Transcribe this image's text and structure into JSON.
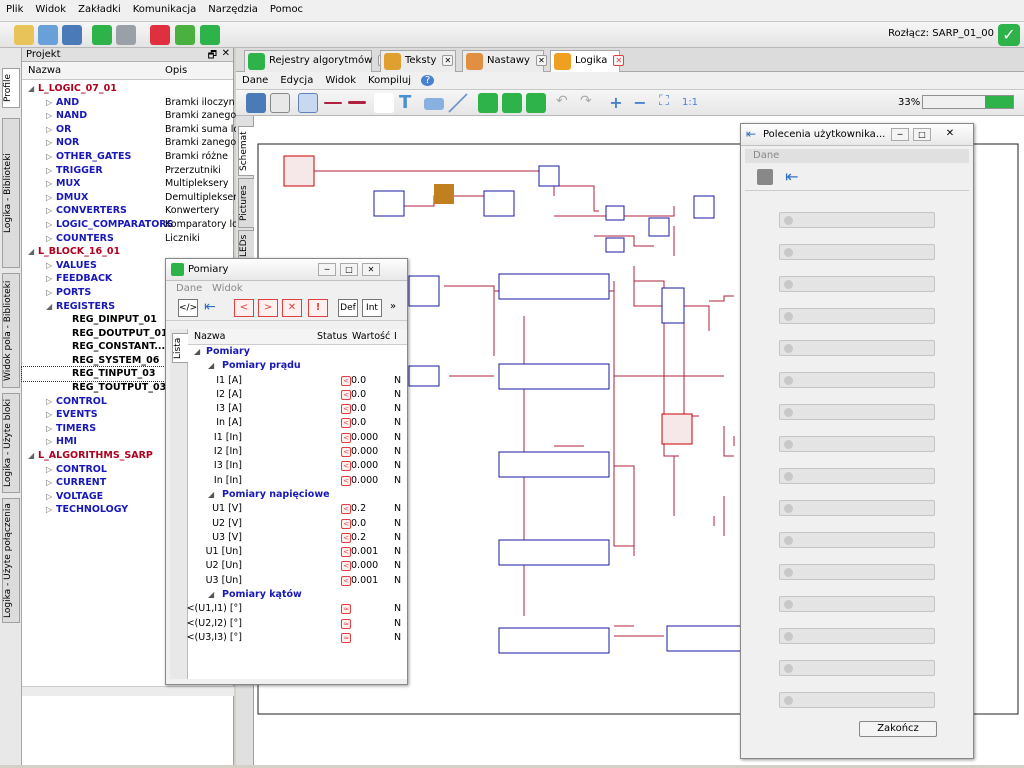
{
  "menu": [
    "Plik",
    "Widok",
    "Zakładki",
    "Komunikacja",
    "Narzędzia",
    "Pomoc"
  ],
  "status": {
    "connection": "Rozłącz: SARP_01_00"
  },
  "left_tabs": [
    "Profile",
    "Logika - Biblioteki",
    "Widok pola - Biblioteki",
    "Logika - Użyte bloki",
    "Logika - Użyte połączenia"
  ],
  "project": {
    "title": "Projekt",
    "col_name": "Nazwa",
    "col_desc": "Opis",
    "tree": [
      {
        "name": "L_LOGIC_07_01",
        "desc": "",
        "level": 0
      },
      {
        "name": "AND",
        "desc": "Bramki iloczyn",
        "level": 1
      },
      {
        "name": "NAND",
        "desc": "Bramki zanego",
        "level": 1
      },
      {
        "name": "OR",
        "desc": "Bramki suma lo",
        "level": 1
      },
      {
        "name": "NOR",
        "desc": "Bramki zanego",
        "level": 1
      },
      {
        "name": "OTHER_GATES",
        "desc": "Bramki różne",
        "level": 1
      },
      {
        "name": "TRIGGER",
        "desc": "Przerzutniki",
        "level": 1
      },
      {
        "name": "MUX",
        "desc": "Multipleksery",
        "level": 1
      },
      {
        "name": "DMUX",
        "desc": "Demultiplekser",
        "level": 1
      },
      {
        "name": "CONVERTERS",
        "desc": "Konwertery",
        "level": 1
      },
      {
        "name": "LOGIC_COMPARATORS",
        "desc": "Komparatory lo",
        "level": 1
      },
      {
        "name": "COUNTERS",
        "desc": "Liczniki",
        "level": 1
      },
      {
        "name": "L_BLOCK_16_01",
        "desc": "",
        "level": 0
      },
      {
        "name": "VALUES",
        "desc": "",
        "level": 1
      },
      {
        "name": "FEEDBACK",
        "desc": "",
        "level": 1
      },
      {
        "name": "PORTS",
        "desc": "",
        "level": 1
      },
      {
        "name": "REGISTERS",
        "desc": "",
        "level": 1
      },
      {
        "name": "REG_DINPUT_01",
        "desc": "",
        "level": 2
      },
      {
        "name": "REG_DOUTPUT_01",
        "desc": "",
        "level": 2
      },
      {
        "name": "REG_CONSTANT...",
        "desc": "",
        "level": 2
      },
      {
        "name": "REG_SYSTEM_06",
        "desc": "",
        "level": 2
      },
      {
        "name": "REG_TINPUT_03",
        "desc": "",
        "level": 2
      },
      {
        "name": "REG_TOUTPUT_03",
        "desc": "",
        "level": 2
      },
      {
        "name": "CONTROL",
        "desc": "",
        "level": 1
      },
      {
        "name": "EVENTS",
        "desc": "",
        "level": 1
      },
      {
        "name": "TIMERS",
        "desc": "",
        "level": 1
      },
      {
        "name": "HMI",
        "desc": "",
        "level": 1
      },
      {
        "name": "L_ALGORITHMS_SARP",
        "desc": "",
        "level": 0
      },
      {
        "name": "CONTROL",
        "desc": "",
        "level": 1
      },
      {
        "name": "CURRENT",
        "desc": "",
        "level": 1
      },
      {
        "name": "VOLTAGE",
        "desc": "",
        "level": 1
      },
      {
        "name": "TECHNOLOGY",
        "desc": "",
        "level": 1
      }
    ]
  },
  "tabs": [
    "Rejestry algorytmów",
    "Teksty",
    "Nastawy",
    "Logika"
  ],
  "submenu": [
    "Dane",
    "Edycja",
    "Widok",
    "Kompiluj"
  ],
  "zoom": "33%",
  "canvas_tabs": [
    "Schemat",
    "Pictures",
    "LEDs"
  ],
  "pomiary": {
    "title": "Pomiary",
    "menu": [
      "Dane",
      "Widok"
    ],
    "tool_labels": [
      "Def",
      "Int"
    ],
    "side_tab": "Lista",
    "col_name": "Nazwa",
    "col_status": "Status",
    "col_value": "Wartość",
    "col_extra": "I",
    "rows": [
      {
        "name": "Pomiary",
        "value": "",
        "type": "group",
        "extra": ""
      },
      {
        "name": "Pomiary prądu",
        "value": "",
        "type": "sub",
        "extra": ""
      },
      {
        "name": "I1 [A]",
        "value": "0.0",
        "type": "item",
        "extra": "N"
      },
      {
        "name": "I2 [A]",
        "value": "0.0",
        "type": "item",
        "extra": "N"
      },
      {
        "name": "I3 [A]",
        "value": "0.0",
        "type": "item",
        "extra": "N"
      },
      {
        "name": "In [A]",
        "value": "0.0",
        "type": "item",
        "extra": "N"
      },
      {
        "name": "I1 [In]",
        "value": "0.000",
        "type": "item",
        "extra": "N"
      },
      {
        "name": "I2 [In]",
        "value": "0.000",
        "type": "item",
        "extra": "N"
      },
      {
        "name": "I3 [In]",
        "value": "0.000",
        "type": "item",
        "extra": "N"
      },
      {
        "name": "In [In]",
        "value": "0.000",
        "type": "item",
        "extra": "N"
      },
      {
        "name": "Pomiary napięciowe",
        "value": "",
        "type": "sub",
        "extra": ""
      },
      {
        "name": "U1 [V]",
        "value": "0.2",
        "type": "item",
        "extra": "N"
      },
      {
        "name": "U2 [V]",
        "value": "0.0",
        "type": "item",
        "extra": "N"
      },
      {
        "name": "U3 [V]",
        "value": "0.2",
        "type": "item",
        "extra": "N"
      },
      {
        "name": "U1 [Un]",
        "value": "0.001",
        "type": "item",
        "extra": "N"
      },
      {
        "name": "U2 [Un]",
        "value": "0.000",
        "type": "item",
        "extra": "N"
      },
      {
        "name": "U3 [Un]",
        "value": "0.001",
        "type": "item",
        "extra": "N"
      },
      {
        "name": "Pomiary kątów",
        "value": "",
        "type": "sub",
        "extra": ""
      },
      {
        "name": "<(U1,I1) [°]",
        "value": "",
        "type": "item",
        "extra": "N"
      },
      {
        "name": "<(U2,I2) [°]",
        "value": "",
        "type": "item",
        "extra": "N"
      },
      {
        "name": "<(U3,I3) [°]",
        "value": "",
        "type": "item",
        "extra": "N"
      }
    ]
  },
  "polecenia": {
    "title": "Polecenia użytkownika...",
    "menu": [
      "Dane"
    ],
    "close_label": "Zakończ",
    "field_count": 16
  },
  "colors": {
    "accent": "#2db34a",
    "tree_blue": "#1818b8",
    "tree_red": "#b00020",
    "wire": "#b0203a"
  }
}
